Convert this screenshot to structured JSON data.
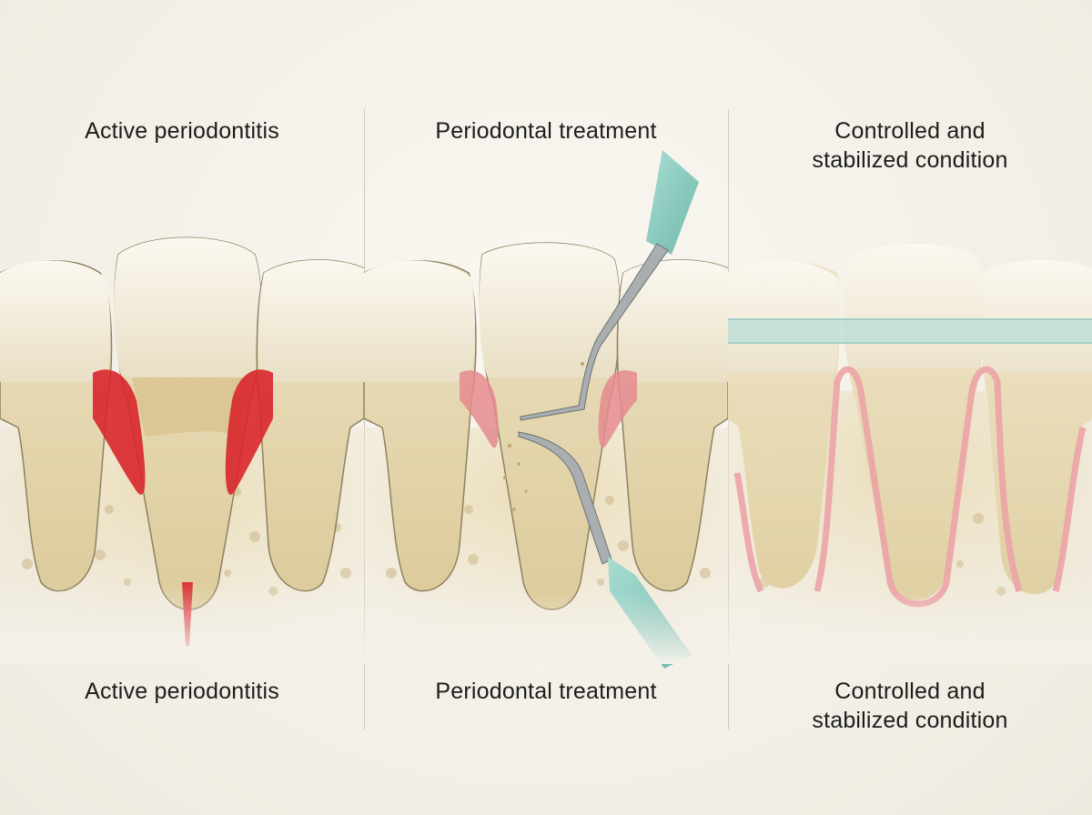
{
  "panels": [
    {
      "top_caption": [
        "Active periodontitis"
      ],
      "bottom_caption": [
        "Active periodontitis"
      ],
      "gum_color": "#d9262b"
    },
    {
      "top_caption": [
        "Periodontal treatment"
      ],
      "bottom_caption": [
        "Periodontal treatment"
      ],
      "gum_color": "#e58a8e",
      "instrument_color": "#8fcfc4"
    },
    {
      "top_caption": [
        "Controlled and",
        "stabilized condition"
      ],
      "bottom_caption": [
        "Controlled and",
        "stabilized condition"
      ],
      "gum_color": "#eba3a6",
      "band_color": "#b9ddd6"
    }
  ],
  "colors": {
    "enamel": "#f5f0e4",
    "root": "#e9dcb7",
    "bone": "#e6d7b0",
    "calculus": "#d8c38e"
  }
}
